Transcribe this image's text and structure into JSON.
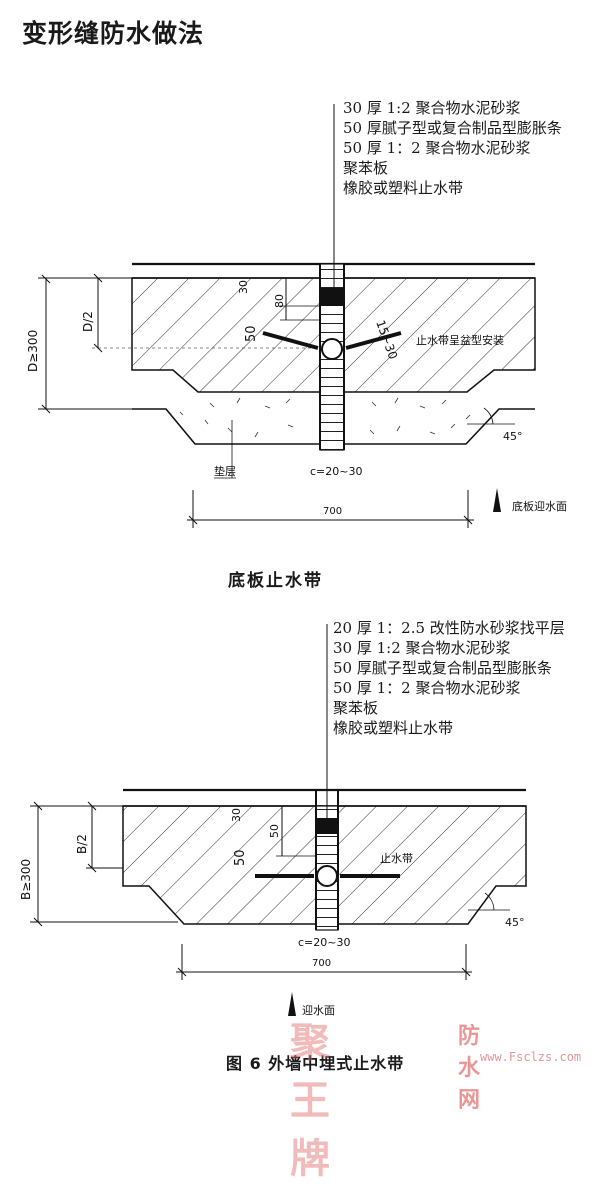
{
  "title": "变形缝防水做法",
  "top_diagram": {
    "layers": [
      "30 厚 1:2 聚合物水泥砂浆",
      "50 厚腻子型或复合制品型膨胀条",
      "50 厚 1：2 聚合物水泥砂浆",
      "聚苯板",
      "橡胶或塑料止水带"
    ],
    "dim_depth": "D≥300",
    "dim_half": "D/2",
    "dim_30": "30",
    "dim_80": "80",
    "dim_50": "50",
    "dim_1530": "15~30",
    "note_waterstop": "止水带呈盆型安装",
    "angle": "45°",
    "cushion": "垫层",
    "gap": "c=20~30",
    "width": "700",
    "water_face": "底板迎水面",
    "subtitle": "底板止水带"
  },
  "bottom_diagram": {
    "layers": [
      "20 厚 1：2.5 改性防水砂浆找平层",
      "30 厚 1:2 聚合物水泥砂浆",
      "50 厚腻子型或复合制品型膨胀条",
      "50 厚 1：2 聚合物水泥砂浆",
      "聚苯板",
      "橡胶或塑料止水带"
    ],
    "dim_depth": "B≥300",
    "dim_half": "B/2",
    "dim_30": "30",
    "dim_50a": "50",
    "dim_50b": "50",
    "note_waterstop": "止水带",
    "angle": "45°",
    "gap": "c=20~30",
    "width": "700",
    "water_face": "迎水面"
  },
  "caption": "图 6 外墙中埋式止水带",
  "watermark": {
    "main": "聚王牌",
    "brand": "防水网",
    "url": "www.Fsclzs.com"
  }
}
